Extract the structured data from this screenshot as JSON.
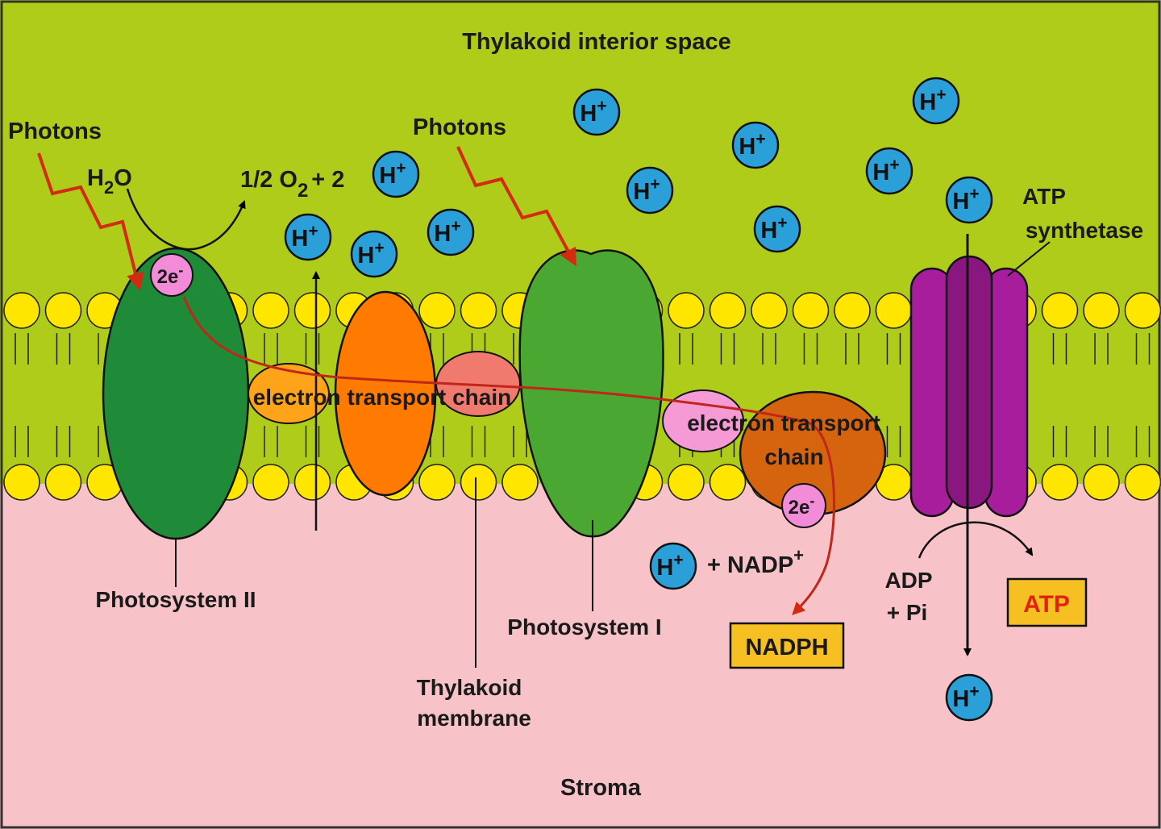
{
  "regions": {
    "interior": {
      "label": "Thylakoid interior space",
      "color": "#b0cc1a"
    },
    "stroma": {
      "label": "Stroma",
      "color": "#f7c3c8"
    },
    "membrane_label_line1": "Thylakoid",
    "membrane_label_line2": "membrane",
    "lipid_head_color": "#ffe600"
  },
  "photons": {
    "left_label": "Photons",
    "right_label": "Photons",
    "arrow_color": "#d42a10"
  },
  "water_split": {
    "h2o_main": "H",
    "h2o_sub": "2",
    "h2o_tail": "O",
    "o2_main": "1/2 O",
    "o2_sub": "2",
    "o2_tail": "+ 2"
  },
  "electrons": {
    "main": "2e",
    "sup": "-"
  },
  "proton": {
    "main": "H",
    "sup": "+"
  },
  "complexes": {
    "psii": {
      "label": "Photosystem II",
      "color": "#1f8a37"
    },
    "psi": {
      "label": "Photosystem I",
      "color": "#4aa832"
    },
    "etc1": {
      "label": "electron transport chain"
    },
    "etc2": {
      "label_line1": "electron transport",
      "label_line2": "chain"
    },
    "atp_synthase": {
      "label_line1": "ATP",
      "label_line2": "synthetase",
      "color": "#9e1f96"
    }
  },
  "products": {
    "nadp_prefix": "+ NADP",
    "nadp_sup": "+",
    "nadph": "NADPH",
    "adp_line1": "ADP",
    "adp_line2": "+ Pi",
    "atp": "ATP",
    "product_box_color": "#f6c022"
  }
}
